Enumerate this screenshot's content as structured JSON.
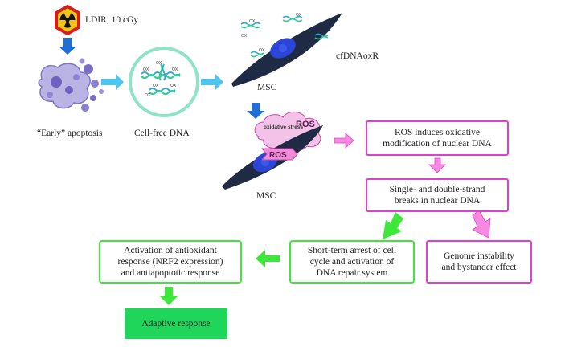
{
  "labels": {
    "ldir": "LDIR, 10 cGy",
    "early_apoptosis": "“Early” apoptosis",
    "cell_free_dna": "Cell-free DNA",
    "msc_top": "MSC",
    "cfdnaoxr": "cfDNAoxR",
    "msc_bottom": "MSC",
    "ox": "OX",
    "oxidative_stress": "oxidative stress",
    "ros_cloud": "ROS",
    "ros_cell": "ROS"
  },
  "boxes": {
    "ros_oxidative": "ROS induces oxidative\nmodification of nuclear DNA",
    "strand_breaks": "Single- and double-strand\nbreaks in nuclear DNA",
    "genome_instability": "Genome instability\nand bystander effect",
    "short_term_arrest": "Short-term arrest of cell\ncycle and activation of\nDNA repair system",
    "antioxidant_activation": "Activation of antioxidant\nresponse (NRF2 expression)\nand antiapoptotic response",
    "adaptive_response": "Adaptive response"
  },
  "colors": {
    "pink": "#e23fd0",
    "pink_arrow": "#f58ae0",
    "green": "#3ee83a",
    "blue_arrow": "#1f6fd6",
    "cyan_arrow": "#4cc6ec",
    "msc_body": "#1f2a44",
    "nucleus": "#2a45d8"
  }
}
